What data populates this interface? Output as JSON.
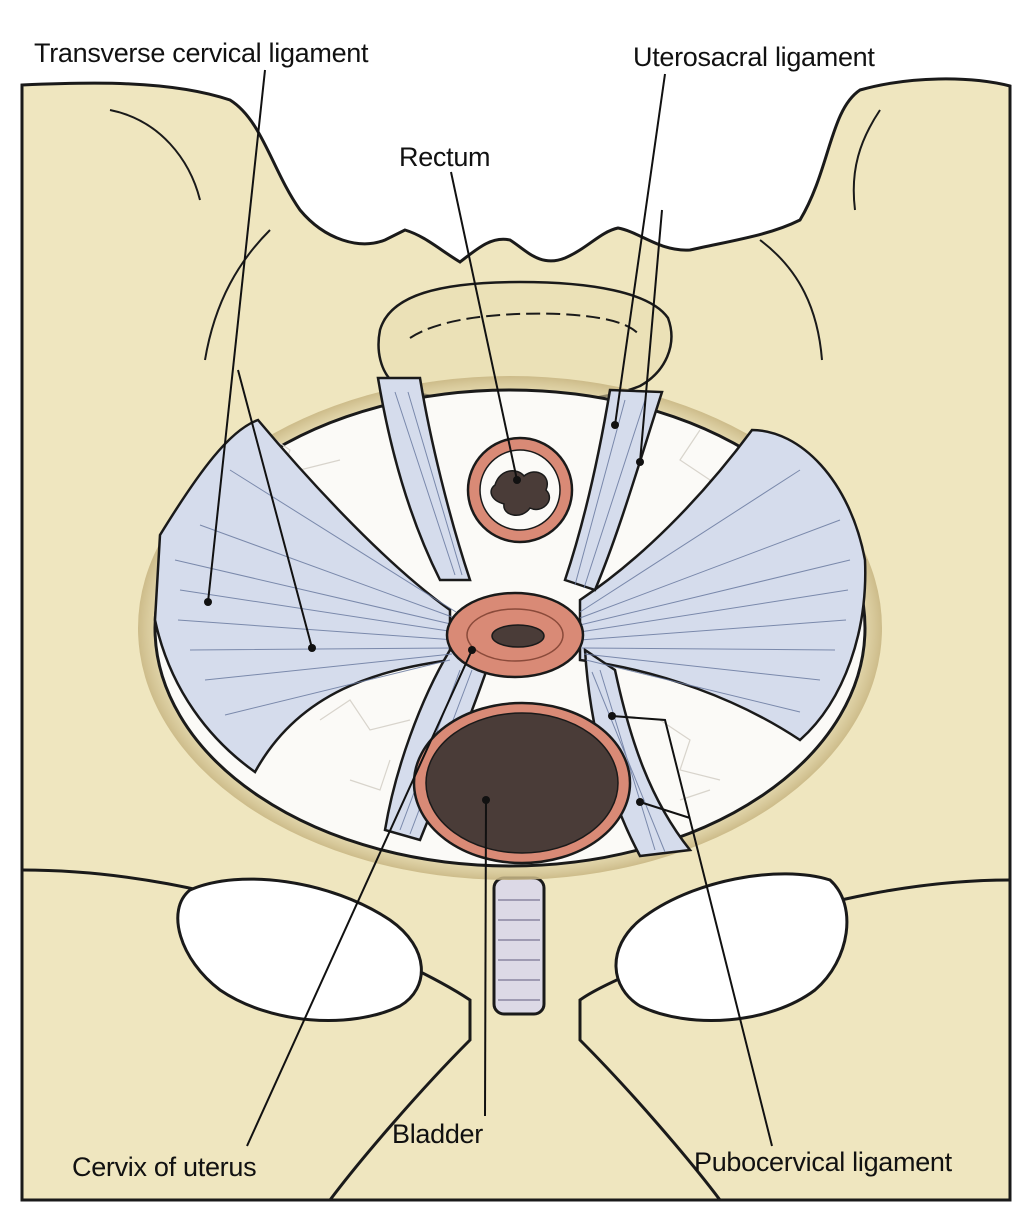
{
  "labels": {
    "transverse_cervical": "Transverse cervical ligament",
    "uterosacral": "Uterosacral ligament",
    "rectum": "Rectum",
    "bladder": "Bladder",
    "cervix": "Cervix of uterus",
    "pubocervical": "Pubocervical ligament"
  },
  "colors": {
    "bone": "#efe6bf",
    "ligament": "#d5dcec",
    "outline": "#1a1a1a",
    "organ_wall": "#d98a76",
    "organ_lumen": "#4a3c38",
    "cavity": "#fbfaf7"
  }
}
